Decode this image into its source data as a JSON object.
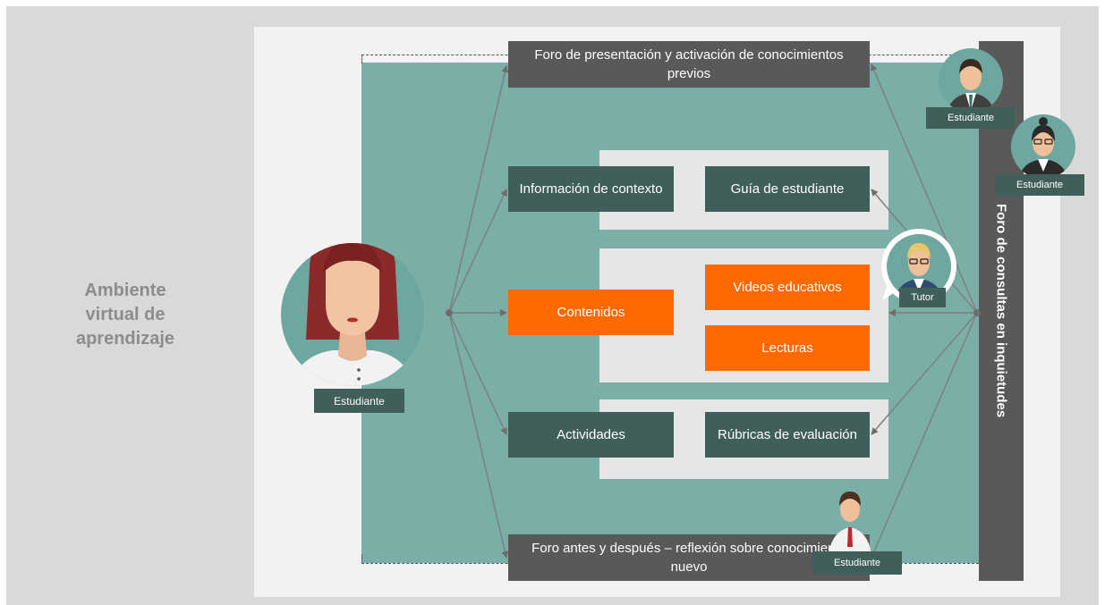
{
  "side_title": "Ambiente virtual de aprendizaje",
  "forum_top": "Foro de presentación y activación de conocimientos previos",
  "forum_bottom": "Foro  antes y después – reflexión sobre conocimiento nuevo",
  "forum_side": "Foro de consultas en inquietudes",
  "boxes": {
    "info": "Información de contexto",
    "guide": "Guía de estudiante",
    "contents": "Contenidos",
    "videos": "Videos educativos",
    "readings": "Lecturas",
    "activities": "Actividades",
    "rubrics": "Rúbricas de evaluación"
  },
  "people": {
    "main_student": "Estudiante",
    "student_top1": "Estudiante",
    "student_top2": "Estudiante",
    "student_bottom": "Estudiante",
    "tutor": "Tutor"
  },
  "colors": {
    "teal": "#7aafa8",
    "dark_box": "#405f5b",
    "orange": "#ff6a00",
    "forum_grey": "#595959",
    "circle_bg": "#6ea6a0"
  }
}
